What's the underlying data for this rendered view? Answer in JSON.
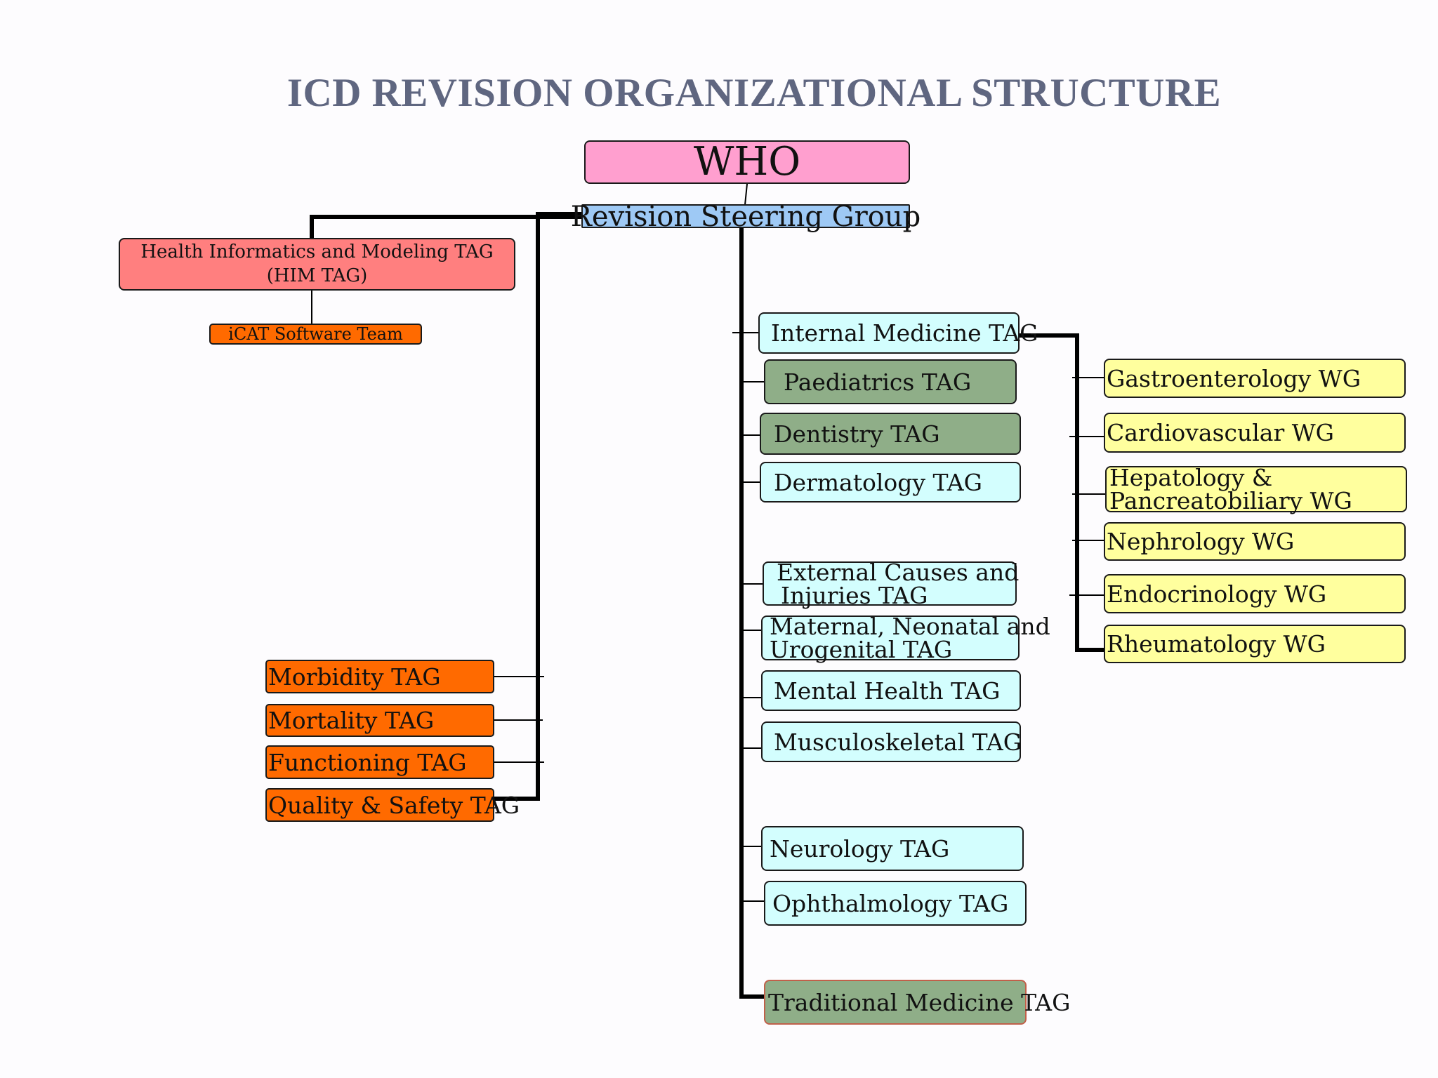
{
  "title": "ICD REVISION ORGANIZATIONAL STRUCTURE",
  "who": "WHO",
  "steering_group": "Revision Steering Group",
  "him_tag": {
    "line1": "Health Informatics and Modeling TAG",
    "line2": "(HIM TAG)"
  },
  "icat_team": "iCAT Software Team",
  "left_tags": [
    "Morbidity TAG",
    "Mortality TAG",
    "Functioning TAG",
    "Quality & Safety TAG"
  ],
  "center_tags": {
    "internal_medicine": "Internal Medicine TAG",
    "paediatrics": "Paediatrics TAG",
    "dentistry": "Dentistry TAG",
    "dermatology": "Dermatology TAG",
    "external_causes": {
      "line1": "External Causes and",
      "line2": "Injuries TAG"
    },
    "maternal": {
      "line1": "Maternal, Neonatal and",
      "line2": "Urogenital TAG"
    },
    "mental_health": "Mental Health TAG",
    "musculoskeletal": "Musculoskeletal TAG",
    "neurology": "Neurology TAG",
    "ophthalmology": "Ophthalmology TAG",
    "traditional_medicine": "Traditional Medicine TAG"
  },
  "working_groups": {
    "gastro": "Gastroenterology WG",
    "cardio": "Cardiovascular WG",
    "hepato": {
      "line1": "Hepatology &",
      "line2": "Pancreatobiliary WG"
    },
    "nephro": "Nephrology WG",
    "endo": "Endocrinology WG",
    "rheum": "Rheumatology WG"
  },
  "colors": {
    "who": "#ff9fcf",
    "steering": "#9ec9f5",
    "him": "#ff7f7f",
    "orange": "#ff6a00",
    "cyan": "#d3fefe",
    "green": "#8fae88",
    "yellow": "#ffff9e",
    "title": "#5f6680"
  }
}
